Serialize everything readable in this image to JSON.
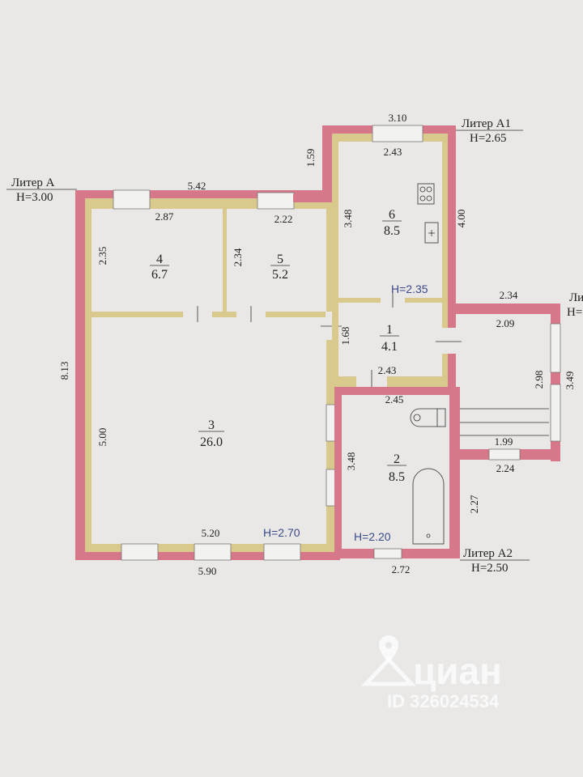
{
  "liters": [
    {
      "name": "Литер А",
      "height": "H=3.00"
    },
    {
      "name": "Литер А1",
      "height": "H=2.65"
    },
    {
      "name": "Литер А2",
      "height": "H=2.50"
    },
    {
      "name": "Ли",
      "height": "H="
    }
  ],
  "rooms": [
    {
      "number": "1",
      "area": "4.1"
    },
    {
      "number": "2",
      "area": "8.5"
    },
    {
      "number": "3",
      "area": "26.0"
    },
    {
      "number": "4",
      "area": "6.7"
    },
    {
      "number": "5",
      "area": "5.2"
    },
    {
      "number": "6",
      "area": "8.5"
    }
  ],
  "ceiling_heights": {
    "room3": "H=2.70",
    "room2": "H=2.20",
    "room6": "H=2.35"
  },
  "dimensions": {
    "top_a1_outer": "3.10",
    "top_a1_inner": "2.43",
    "a1_left": "1.59",
    "a1_right": "4.00",
    "room6_left": "3.48",
    "top_a_outer": "5.42",
    "room4_top": "2.87",
    "room5_top": "2.22",
    "room4_left": "2.35",
    "room5_left": "2.34",
    "left_outer": "8.13",
    "room3_left": "5.00",
    "room3_bottom": "5.20",
    "bottom_outer": "5.90",
    "room1_left": "1.68",
    "room1_bottom": "2.43",
    "room2_top": "2.45",
    "room2_left": "3.48",
    "room2_bottom": "2.72",
    "a2_right": "2.27",
    "porch_top_outer": "2.34",
    "porch_top_inner": "2.09",
    "porch_right_inner": "2.98",
    "porch_right_outer": "3.49",
    "porch_bottom_inner": "1.99",
    "porch_bottom_outer": "2.24"
  },
  "watermark": {
    "brand": "циан",
    "id": "ID 326024534"
  }
}
